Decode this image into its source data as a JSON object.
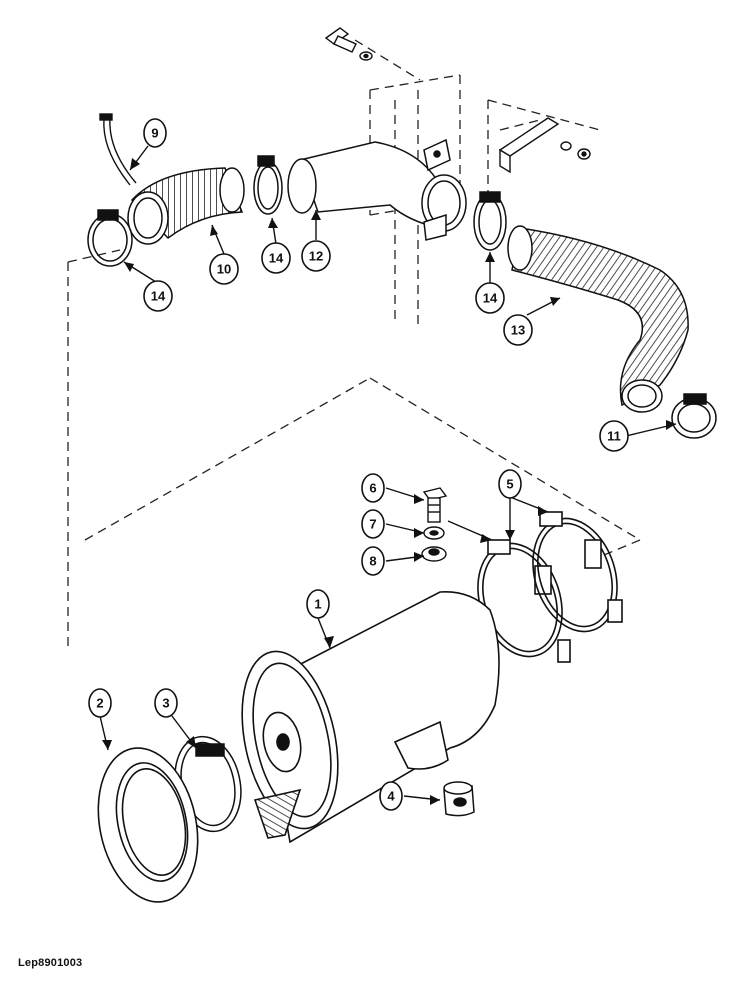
{
  "reference_code": "Lep8901003",
  "callouts": [
    {
      "id": "c1",
      "label": "1"
    },
    {
      "id": "c2",
      "label": "2"
    },
    {
      "id": "c3",
      "label": "3"
    },
    {
      "id": "c4",
      "label": "4"
    },
    {
      "id": "c5",
      "label": "5"
    },
    {
      "id": "c6",
      "label": "6"
    },
    {
      "id": "c7",
      "label": "7"
    },
    {
      "id": "c8",
      "label": "8"
    },
    {
      "id": "c9",
      "label": "9"
    },
    {
      "id": "c10",
      "label": "10"
    },
    {
      "id": "c11",
      "label": "11"
    },
    {
      "id": "c12",
      "label": "12"
    },
    {
      "id": "c13",
      "label": "13"
    },
    {
      "id": "c14a",
      "label": "14"
    },
    {
      "id": "c14b",
      "label": "14"
    },
    {
      "id": "c14c",
      "label": "14"
    }
  ]
}
